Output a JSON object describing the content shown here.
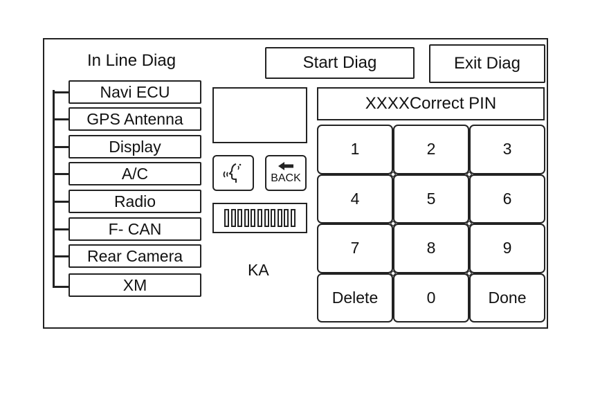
{
  "header": {
    "title": "In Line Diag",
    "start_label": "Start Diag",
    "exit_label": "Exit Diag"
  },
  "tree": {
    "items": [
      {
        "label": "Navi ECU"
      },
      {
        "label": "GPS Antenna"
      },
      {
        "label": "Display"
      },
      {
        "label": "A/C"
      },
      {
        "label": "Radio"
      },
      {
        "label": "F- CAN"
      },
      {
        "label": "Rear Camera"
      },
      {
        "label": "XM"
      }
    ]
  },
  "controls": {
    "voice_icon": "voice-command-icon",
    "back_label": "BACK",
    "status_text": "KA"
  },
  "signal": {
    "segments": 11
  },
  "pin": {
    "display": "XXXXCorrect PIN"
  },
  "keypad": {
    "keys": [
      "1",
      "2",
      "3",
      "4",
      "5",
      "6",
      "7",
      "8",
      "9",
      "Delete",
      "0",
      "Done"
    ]
  }
}
